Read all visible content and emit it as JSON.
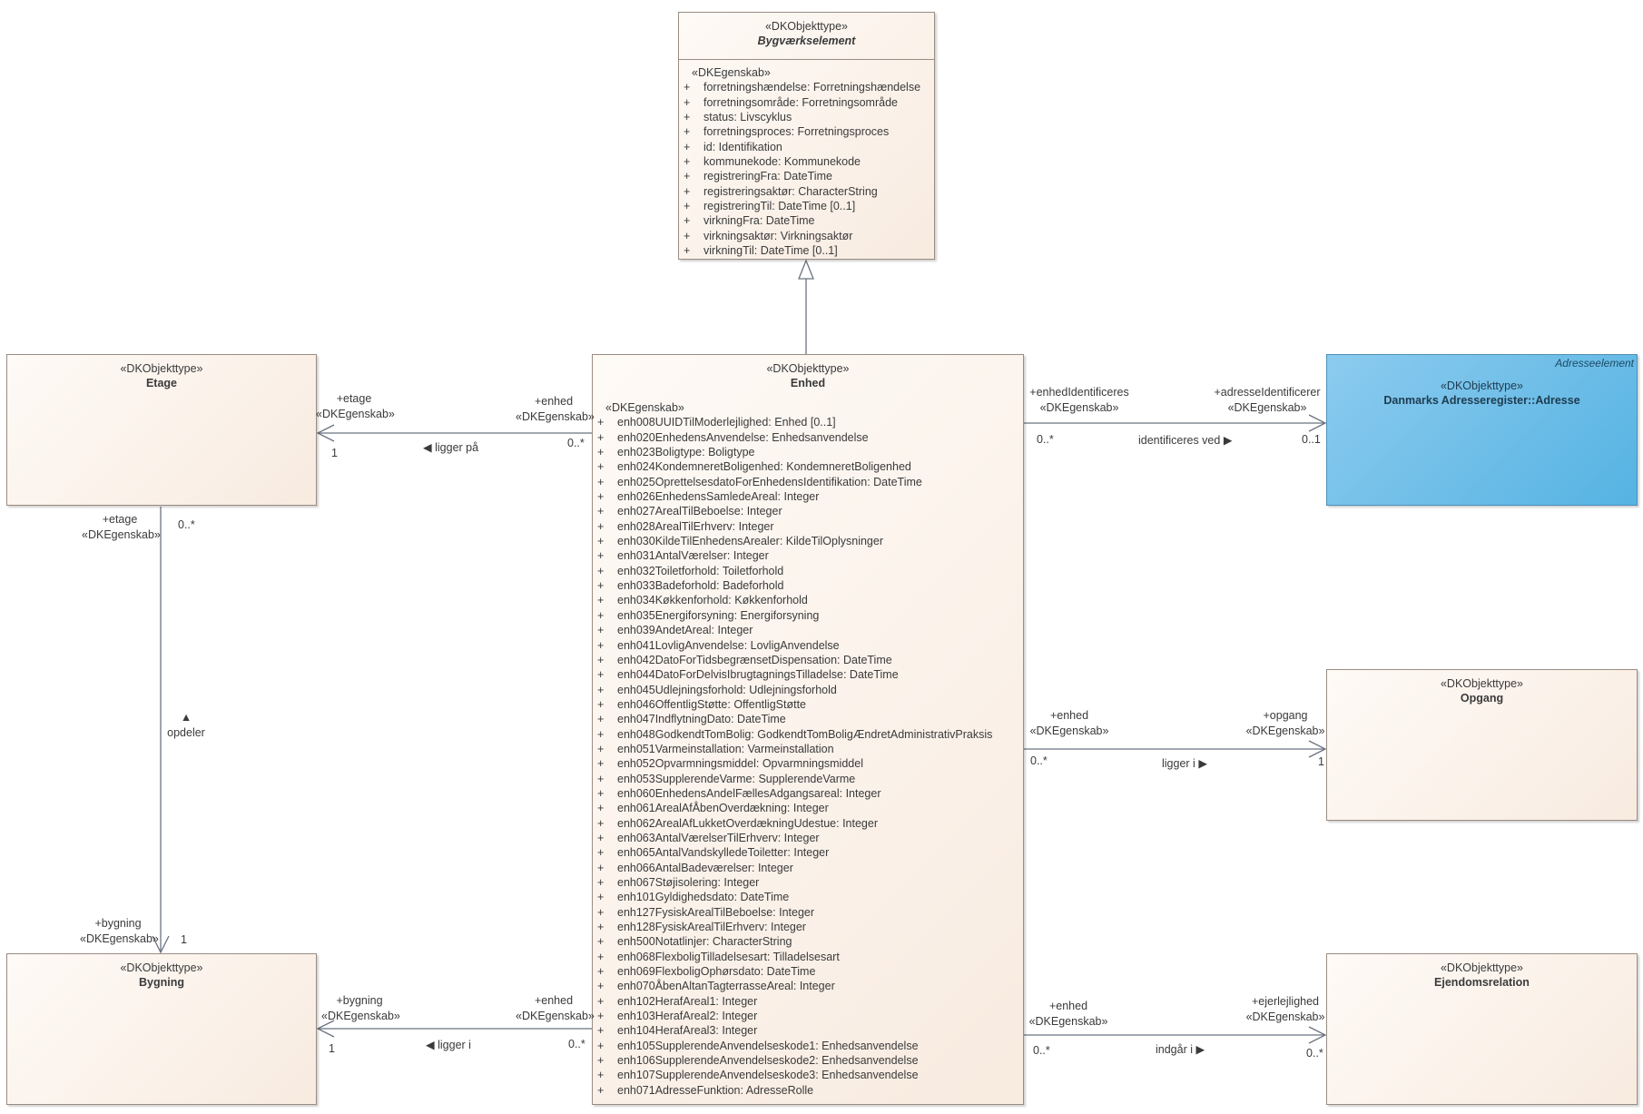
{
  "classes": {
    "bygvaerkselement": {
      "stereotype": "«DKObjekttype»",
      "name": "Bygværkselement",
      "attr_stereotype": "«DKEgenskab»",
      "attributes": [
        "forretningshændelse: Forretningshændelse",
        "forretningsområde: Forretningsområde",
        "status: Livscyklus",
        "forretningsproces: Forretningsproces",
        "id: Identifikation",
        "kommunekode: Kommunekode",
        "registreringFra: DateTime",
        "registreringsaktør: CharacterString",
        "registreringTil: DateTime [0..1]",
        "virkningFra: DateTime",
        "virkningsaktør: Virkningsaktør",
        "virkningTil: DateTime [0..1]"
      ]
    },
    "enhed": {
      "stereotype": "«DKObjekttype»",
      "name": "Enhed",
      "attr_stereotype": "«DKEgenskab»",
      "attributes": [
        "enh008UUIDTilModerlejlighed: Enhed [0..1]",
        "enh020EnhedensAnvendelse: Enhedsanvendelse",
        "enh023Boligtype: Boligtype",
        "enh024KondemneretBoligenhed: KondemneretBoligenhed",
        "enh025OprettelsesdatoForEnhedensIdentifikation: DateTime",
        "enh026EnhedensSamledeAreal: Integer",
        "enh027ArealTilBeboelse: Integer",
        "enh028ArealTilErhverv: Integer",
        "enh030KildeTilEnhedensArealer: KildeTilOplysninger",
        "enh031AntalVærelser: Integer",
        "enh032Toiletforhold: Toiletforhold",
        "enh033Badeforhold: Badeforhold",
        "enh034Køkkenforhold: Køkkenforhold",
        "enh035Energiforsyning: Energiforsyning",
        "enh039AndetAreal: Integer",
        "enh041LovligAnvendelse: LovligAnvendelse",
        "enh042DatoForTidsbegrænsetDispensation: DateTime",
        "enh044DatoForDelvisIbrugtagningsTilladelse: DateTime",
        "enh045Udlejningsforhold: Udlejningsforhold",
        "enh046OffentligStøtte: OffentligStøtte",
        "enh047IndflytningDato: DateTime",
        "enh048GodkendtTomBolig: GodkendtTomBoligÆndretAdministrativPraksis",
        "enh051Varmeinstallation: Varmeinstallation",
        "enh052Opvarmningsmiddel: Opvarmningsmiddel",
        "enh053SupplerendeVarme: SupplerendeVarme",
        "enh060EnhedensAndelFællesAdgangsareal: Integer",
        "enh061ArealAfÅbenOverdækning: Integer",
        "enh062ArealAfLukketOverdækningUdestue: Integer",
        "enh063AntalVærelserTilErhverv: Integer",
        "enh065AntalVandskylledeToiletter: Integer",
        "enh066AntalBadeværelser: Integer",
        "enh067Støjisolering: Integer",
        "enh101Gyldighedsdato: DateTime",
        "enh127FysiskArealTilBeboelse: Integer",
        "enh128FysiskArealTilErhverv: Integer",
        "enh500Notatlinjer: CharacterString",
        "enh068FlexboligTilladelsesart: Tilladelsesart",
        "enh069FlexboligOphørsdato: DateTime",
        "enh070ÅbenAltanTagterrasseAreal: Integer",
        "enh102HerafAreal1: Integer",
        "enh103HerafAreal2: Integer",
        "enh104HerafAreal3: Integer",
        "enh105SupplerendeAnvendelseskode1: Enhedsanvendelse",
        "enh106SupplerendeAnvendelseskode2: Enhedsanvendelse",
        "enh107SupplerendeAnvendelseskode3: Enhedsanvendelse",
        "enh071AdresseFunktion: AdresseRolle"
      ]
    },
    "etage": {
      "stereotype": "«DKObjekttype»",
      "name": "Etage"
    },
    "bygning": {
      "stereotype": "«DKObjekttype»",
      "name": "Bygning"
    },
    "adresse": {
      "stereotype": "«DKObjekttype»",
      "name": "Danmarks Adresseregister::Adresse",
      "tag": "Adresseelement"
    },
    "opgang": {
      "stereotype": "«DKObjekttype»",
      "name": "Opgang"
    },
    "ejendomsrelation": {
      "stereotype": "«DKObjekttype»",
      "name": "Ejendomsrelation"
    }
  },
  "associations": {
    "enhed_etage": {
      "role_src": "+enhed",
      "src_stereo": "«DKEgenskab»",
      "mult_src": "0..*",
      "role_tgt": "+etage",
      "tgt_stereo": "«DKEgenskab»",
      "mult_tgt": "1",
      "name": "ligger på",
      "direction_glyph": "◀"
    },
    "enhed_bygning": {
      "role_src": "+enhed",
      "src_stereo": "«DKEgenskab»",
      "mult_src": "0..*",
      "role_tgt": "+bygning",
      "tgt_stereo": "«DKEgenskab»",
      "mult_tgt": "1",
      "name": "ligger i",
      "direction_glyph": "◀"
    },
    "etage_bygning": {
      "role_src": "+etage",
      "src_stereo": "«DKEgenskab»",
      "mult_src": "0..*",
      "role_tgt": "+bygning",
      "tgt_stereo": "«DKEgenskab»",
      "mult_tgt": "1",
      "name": "opdeler",
      "direction_glyph": "▲"
    },
    "enhed_adresse": {
      "role_src": "+enhedIdentificeres",
      "src_stereo": "«DKEgenskab»",
      "mult_src": "0..*",
      "role_tgt": "+adresseIdentificerer",
      "tgt_stereo": "«DKEgenskab»",
      "mult_tgt": "0..1",
      "name": "identificeres ved",
      "direction_glyph": "▶"
    },
    "enhed_opgang": {
      "role_src": "+enhed",
      "src_stereo": "«DKEgenskab»",
      "mult_src": "0..*",
      "role_tgt": "+opgang",
      "tgt_stereo": "«DKEgenskab»",
      "mult_tgt": "1",
      "name": "ligger i",
      "direction_glyph": "▶"
    },
    "enhed_ejendomsrelation": {
      "role_src": "+enhed",
      "src_stereo": "«DKEgenskab»",
      "mult_src": "0..*",
      "role_tgt": "+ejerlejlighed",
      "tgt_stereo": "«DKEgenskab»",
      "mult_tgt": "0..*",
      "name": "indgår i",
      "direction_glyph": "▶"
    }
  },
  "colors": {
    "box_fill": "#fbf1e8",
    "box_border": "#9a8c82",
    "highlight_fill": "#6ec0ea",
    "line": "#6b7380"
  }
}
